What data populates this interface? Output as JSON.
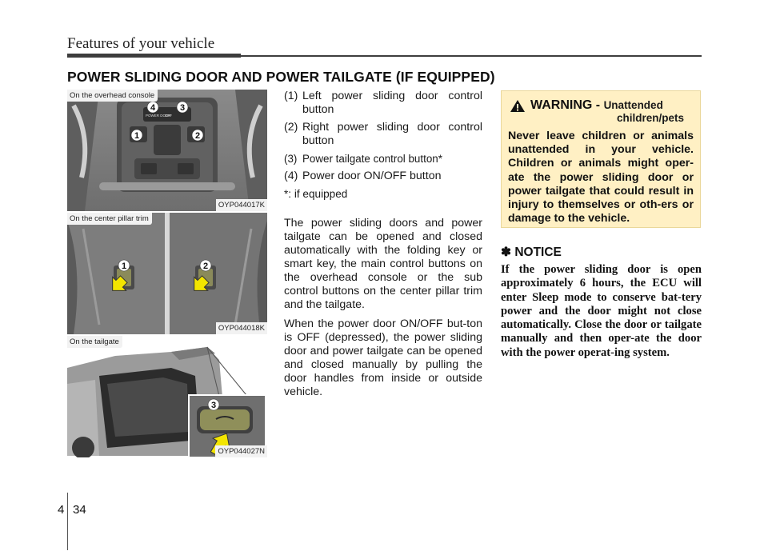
{
  "header": {
    "title": "Features of your vehicle"
  },
  "section_title": "POWER SLIDING DOOR AND POWER TAILGATE (IF EQUIPPED)",
  "photos": [
    {
      "label": "On the overhead console",
      "code": "OYP044017K",
      "callouts": [
        "1",
        "2",
        "3",
        "4"
      ],
      "button_text": [
        "POWER DOOR",
        "OFF"
      ]
    },
    {
      "label": "On the center pillar trim",
      "code": "OYP044018K",
      "callouts": [
        "1",
        "2"
      ]
    },
    {
      "label": "On the tailgate",
      "code": "OYP044027N",
      "callouts": [
        "3"
      ]
    }
  ],
  "list": [
    {
      "num": "(1)",
      "text": "Left power sliding door control button"
    },
    {
      "num": "(2)",
      "text": "Right power sliding door control button"
    },
    {
      "num": "(3)",
      "text": "Power tailgate control button*"
    },
    {
      "num": "(4)",
      "text": "Power door ON/OFF button"
    }
  ],
  "footnote": "*: if equipped",
  "paragraphs": [
    "The power sliding doors and power tailgate can be opened and closed automatically with the folding key or smart key, the main control buttons on the overhead console or the sub control buttons on the center pillar trim and the tailgate.",
    "When the power door ON/OFF but-ton is OFF (depressed), the power sliding door and power tailgate can be opened and closed manually by pulling the door handles from inside or outside vehicle."
  ],
  "warning": {
    "icon": "warning-triangle-icon",
    "title": "WARNING -",
    "subtitle_line1": "Unattended",
    "subtitle_line2": "children/pets",
    "body": "Never leave children or animals unattended in your vehicle. Children or animals might oper-ate the power sliding door or power tailgate that could result in injury to themselves or oth-ers or damage to the vehicle.",
    "background": "#fff0c4"
  },
  "notice": {
    "symbol": "✽",
    "title": "NOTICE",
    "body": "If the power sliding door is open approximately 6 hours, the ECU will enter Sleep mode to conserve bat-tery power and the door might not close automatically. Close the door or tailgate manually and then oper-ate the door with the power operat-ing system."
  },
  "footer": {
    "chapter": "4",
    "page": "34"
  },
  "colors": {
    "arrow": "#f3e500",
    "callout_bg": "#ffffff"
  }
}
